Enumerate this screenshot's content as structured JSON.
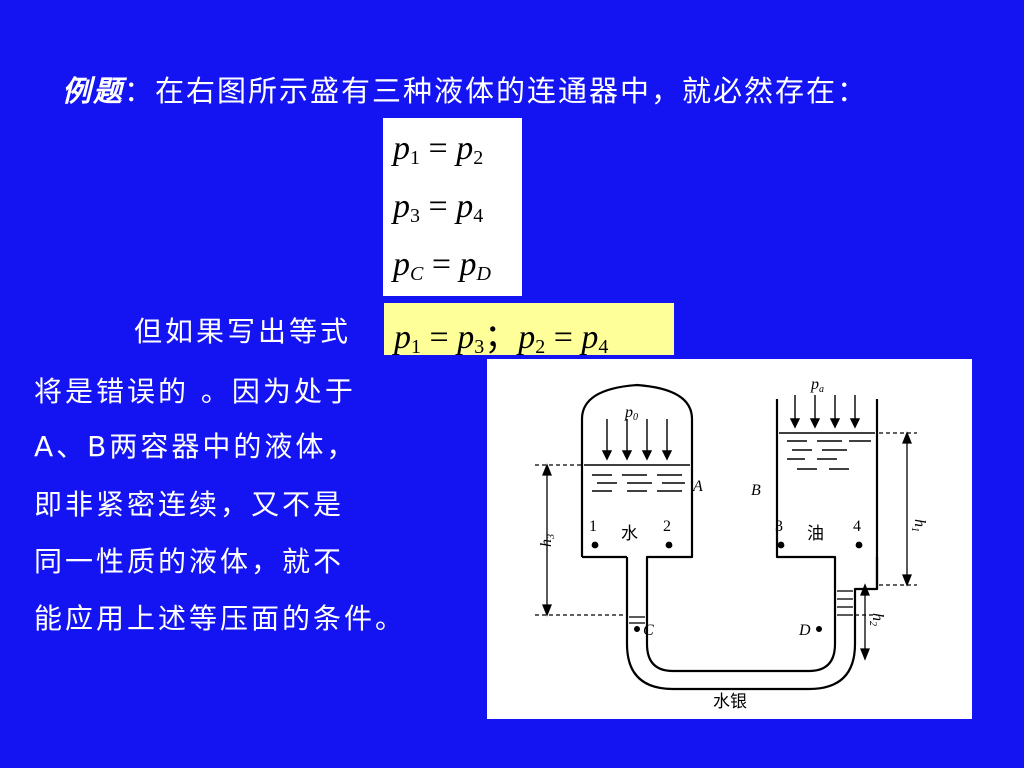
{
  "title": {
    "label": "例题",
    "colon": "：",
    "text": "在右图所示盛有三种液体的连通器中，就必然存在："
  },
  "equations": {
    "eq1": {
      "lhs": "p",
      "lhs_sub": "1",
      "op": " = ",
      "rhs": "p",
      "rhs_sub": "2"
    },
    "eq2": {
      "lhs": "p",
      "lhs_sub": "3",
      "op": " = ",
      "rhs": "p",
      "rhs_sub": "4"
    },
    "eq3": {
      "lhs": "p",
      "lhs_sub": "C",
      "op": " = ",
      "rhs": "p",
      "rhs_sub": "D"
    }
  },
  "wrong_eq": {
    "a": "p",
    "a_sub": "1",
    "op1": " = ",
    "b": "p",
    "b_sub": "3",
    "sep": "；",
    "c": "p",
    "c_sub": "2",
    "op2": " = ",
    "d": "p",
    "d_sub": "4"
  },
  "explanation": {
    "line1": "但如果写出等式",
    "line2": "将是错误的 。因为处于",
    "line3": "A、B两容器中的液体，",
    "line4": "即非紧密连续，又不是",
    "line5": "同一性质的液体，就不",
    "line6": "能应用上述等压面的条件。"
  },
  "figure": {
    "pressure_left": "p",
    "pressure_left_sub": "0",
    "pressure_right": "p",
    "pressure_right_sub": "a",
    "vessel_a": "A",
    "vessel_b": "B",
    "point_1": "1",
    "point_2": "2",
    "point_3": "3",
    "point_4": "4",
    "point_c": "C",
    "point_d": "D",
    "liquid_water": "水",
    "liquid_oil": "油",
    "liquid_mercury": "水银",
    "h1": "h",
    "h1_sub": "1",
    "h2": "h",
    "h2_sub": "2",
    "h3": "h",
    "h3_sub": "3"
  }
}
